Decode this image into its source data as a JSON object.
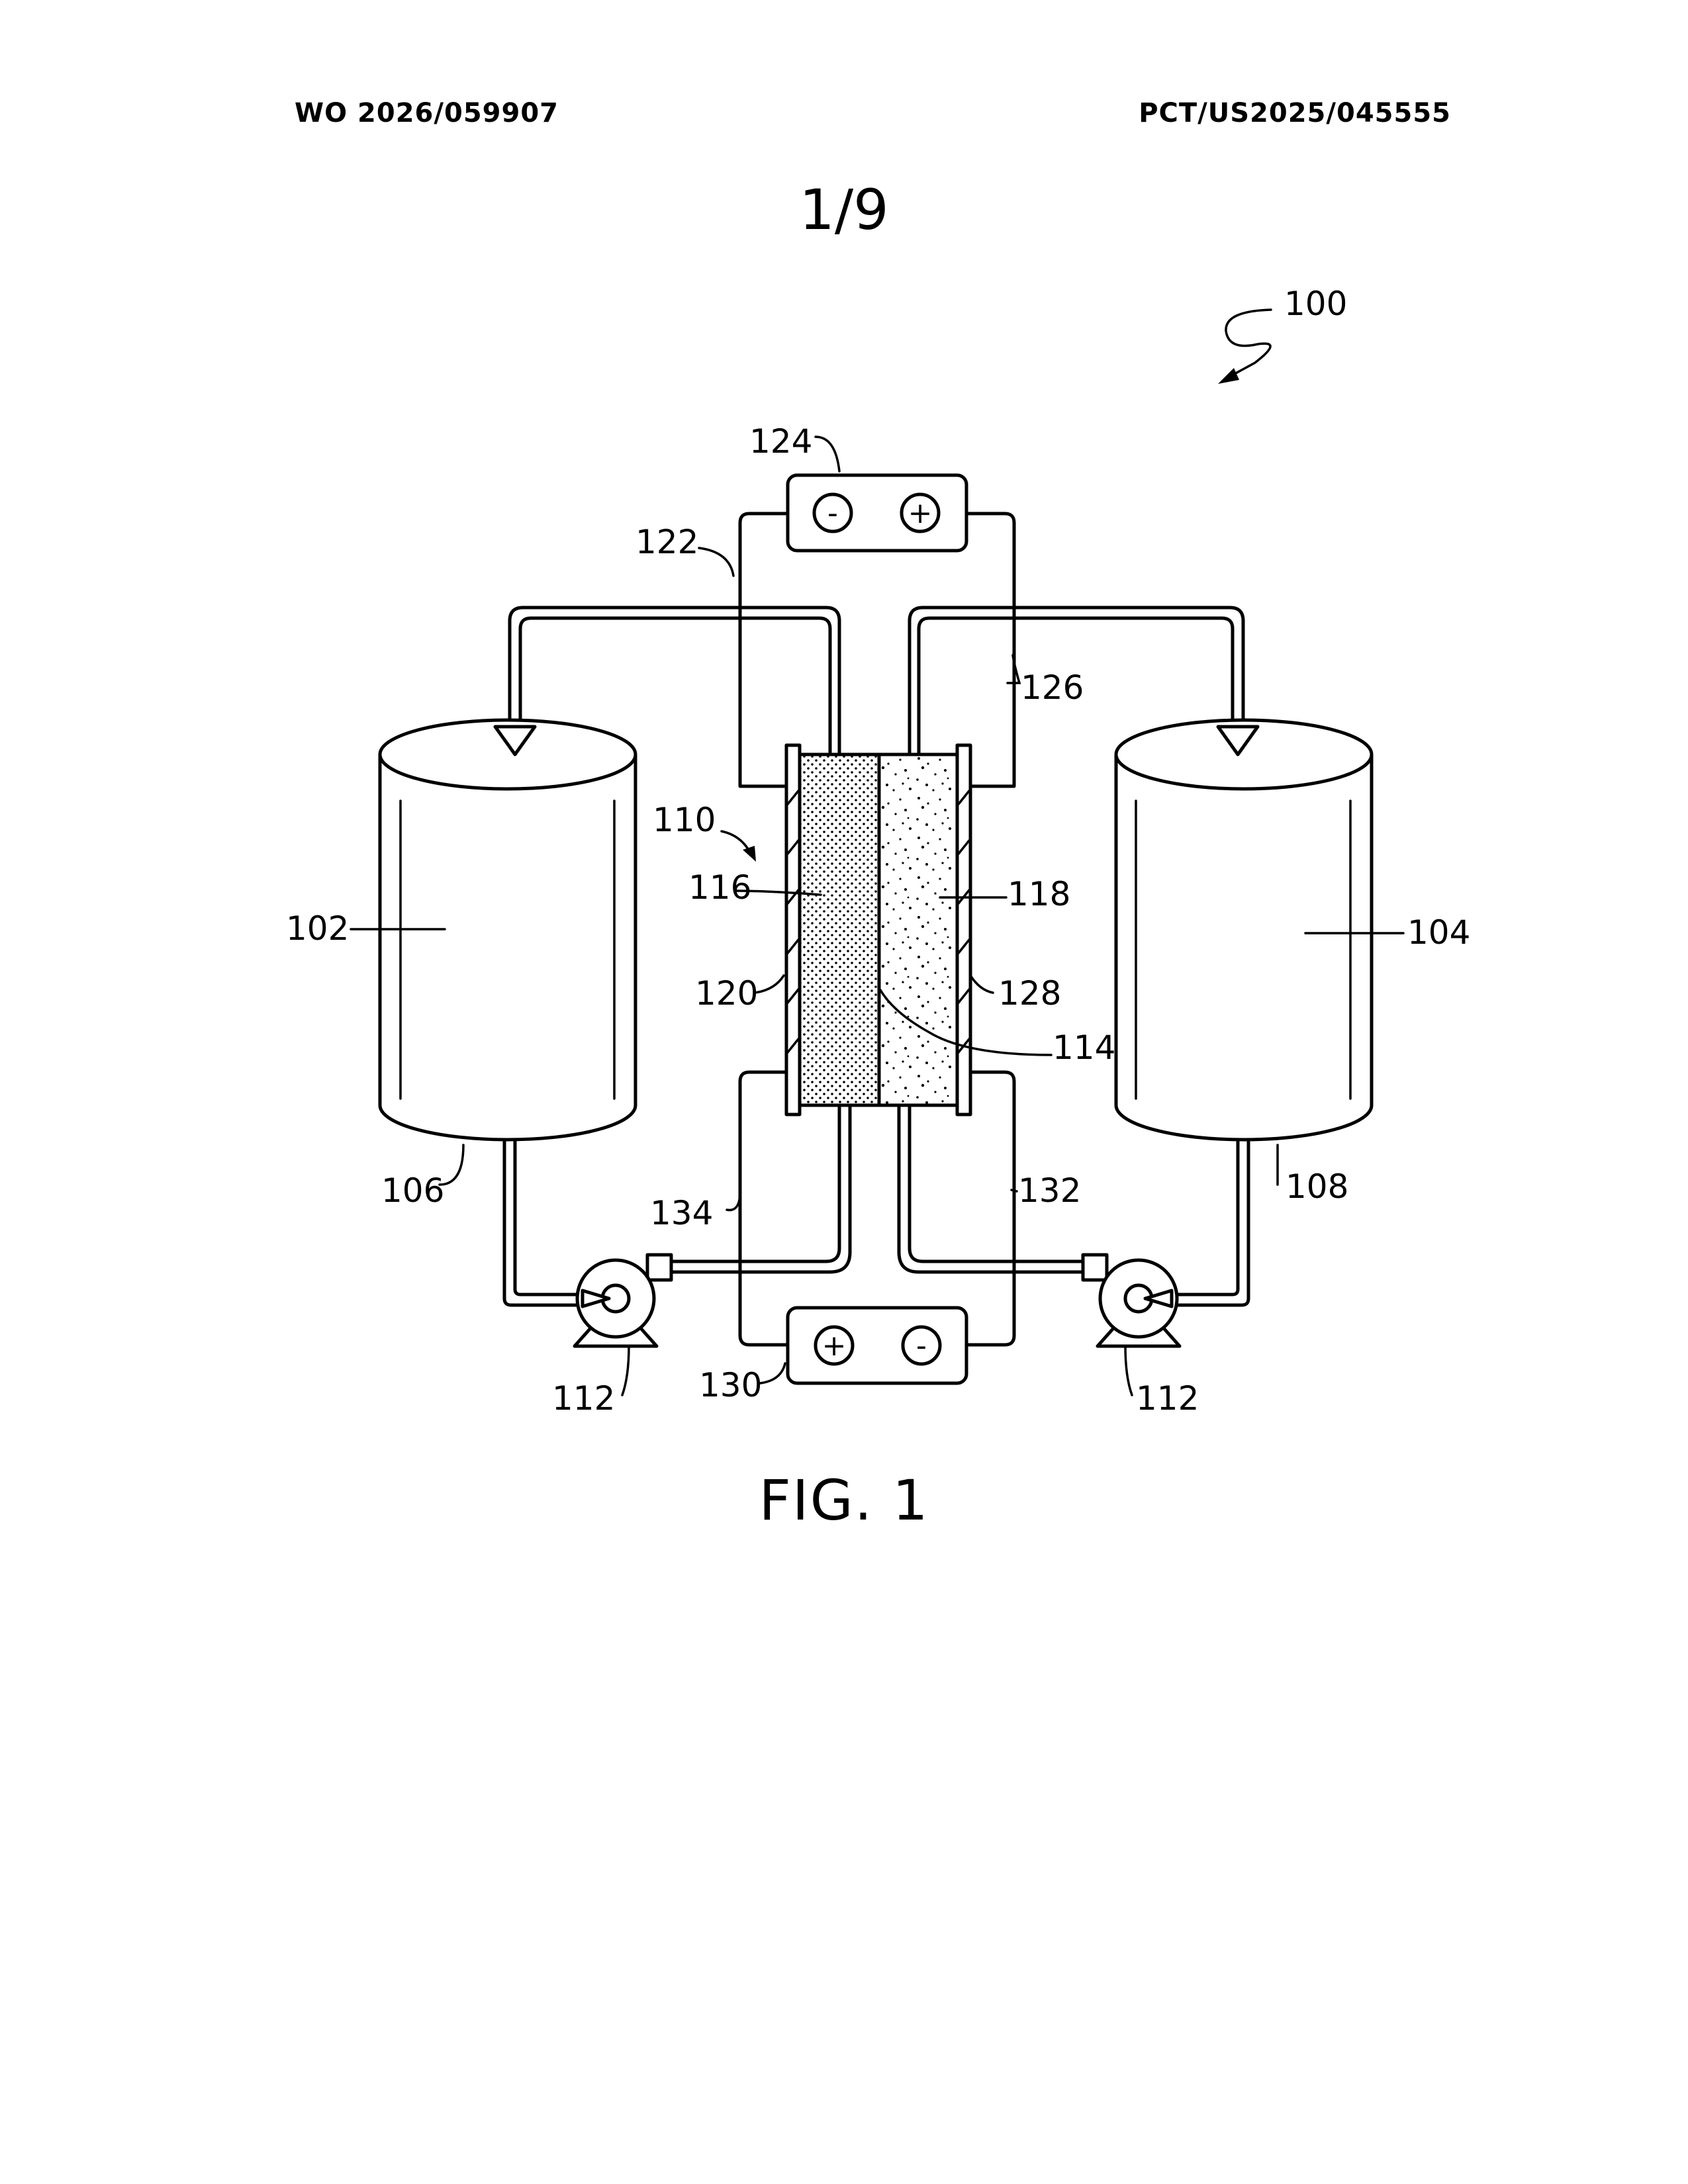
{
  "header": {
    "publication_number": "WO 2026/059907",
    "application_number": "PCT/US2025/045555"
  },
  "sheet_number": "1/9",
  "figure_label": "FIG. 1",
  "reference_numerals": {
    "system": "100",
    "tank_left": "102",
    "tank_right": "104",
    "line_left": "106",
    "line_right": "108",
    "cell": "110",
    "pump_left": "112",
    "pump_right": "112",
    "membrane": "114",
    "half_cell_left": "116",
    "half_cell_right": "118",
    "electrode_left": "120",
    "wire_top_left": "122",
    "source_top": "124",
    "wire_top_right": "126",
    "electrode_right": "128",
    "source_bottom": "130",
    "wire_bottom_right": "132",
    "wire_bottom_left": "134"
  },
  "terminals": {
    "top_left": "-",
    "top_right": "+",
    "bottom_left": "+",
    "bottom_right": "-"
  }
}
